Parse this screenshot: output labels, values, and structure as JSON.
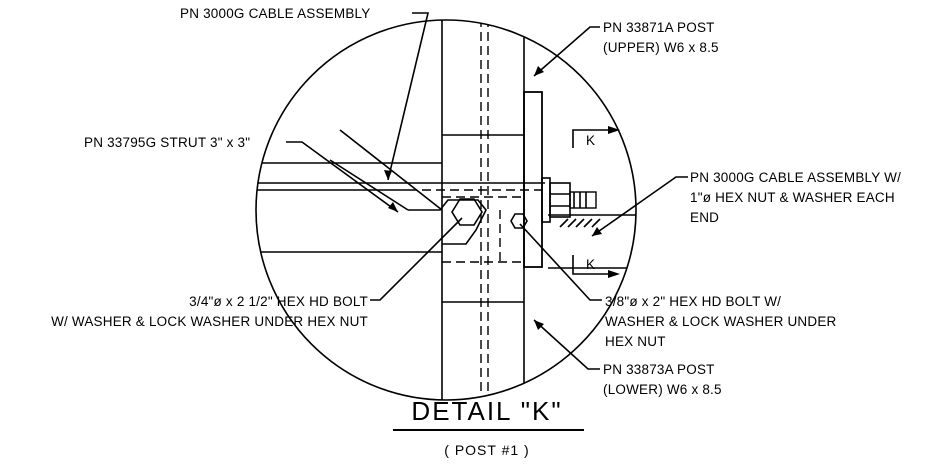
{
  "callouts": {
    "cable_assembly_top": "PN 3000G CABLE ASSEMBLY",
    "post_upper_line1": "PN 33871A POST",
    "post_upper_line2": "(UPPER) W6 x 8.5",
    "strut": "PN 33795G STRUT 3\" x 3\"",
    "cable_nut_line1": "PN 3000G CABLE ASSEMBLY W/",
    "cable_nut_line2": "1\"ø HEX NUT & WASHER EACH",
    "cable_nut_line3": "END",
    "bolt_left_line1": "3/4\"ø x 2 1/2\" HEX HD BOLT",
    "bolt_left_line2": "W/ WASHER & LOCK WASHER UNDER HEX NUT",
    "bolt_right_line1": "3/8\"ø x 2\" HEX HD BOLT W/",
    "bolt_right_line2": "WASHER & LOCK WASHER UNDER",
    "bolt_right_line3": "HEX NUT",
    "post_lower_line1": "PN 33873A POST",
    "post_lower_line2": "(LOWER) W6 x 8.5"
  },
  "section_markers": {
    "upper": "K",
    "lower": "K"
  },
  "title": {
    "main": "DETAIL \"K\"",
    "sub": "( POST #1 )"
  }
}
